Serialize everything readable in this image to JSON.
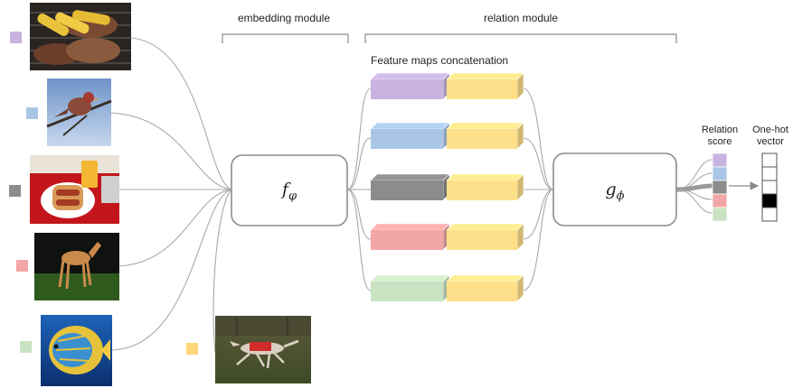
{
  "sections": {
    "embedding": "embedding module",
    "relation": "relation module",
    "concat": "Feature maps concatenation"
  },
  "modules": {
    "f": "f",
    "f_sub": "φ",
    "g": "g",
    "g_sub": "ϕ"
  },
  "output": {
    "relation_score_line1": "Relation",
    "relation_score_line2": "score",
    "onehot_line1": "One-hot",
    "onehot_line2": "vector"
  },
  "classes": [
    {
      "name": "grilled-food",
      "color": "#c9b3e0"
    },
    {
      "name": "bird",
      "color": "#a9c6e6"
    },
    {
      "name": "hotdog",
      "color": "#8c8c8c"
    },
    {
      "name": "dog",
      "color": "#f3a6a6"
    },
    {
      "name": "fish",
      "color": "#c9e3c2"
    }
  ],
  "query_color": "#ffd77a",
  "feature_color": "#ffe08a",
  "onehot_active_index": 3
}
